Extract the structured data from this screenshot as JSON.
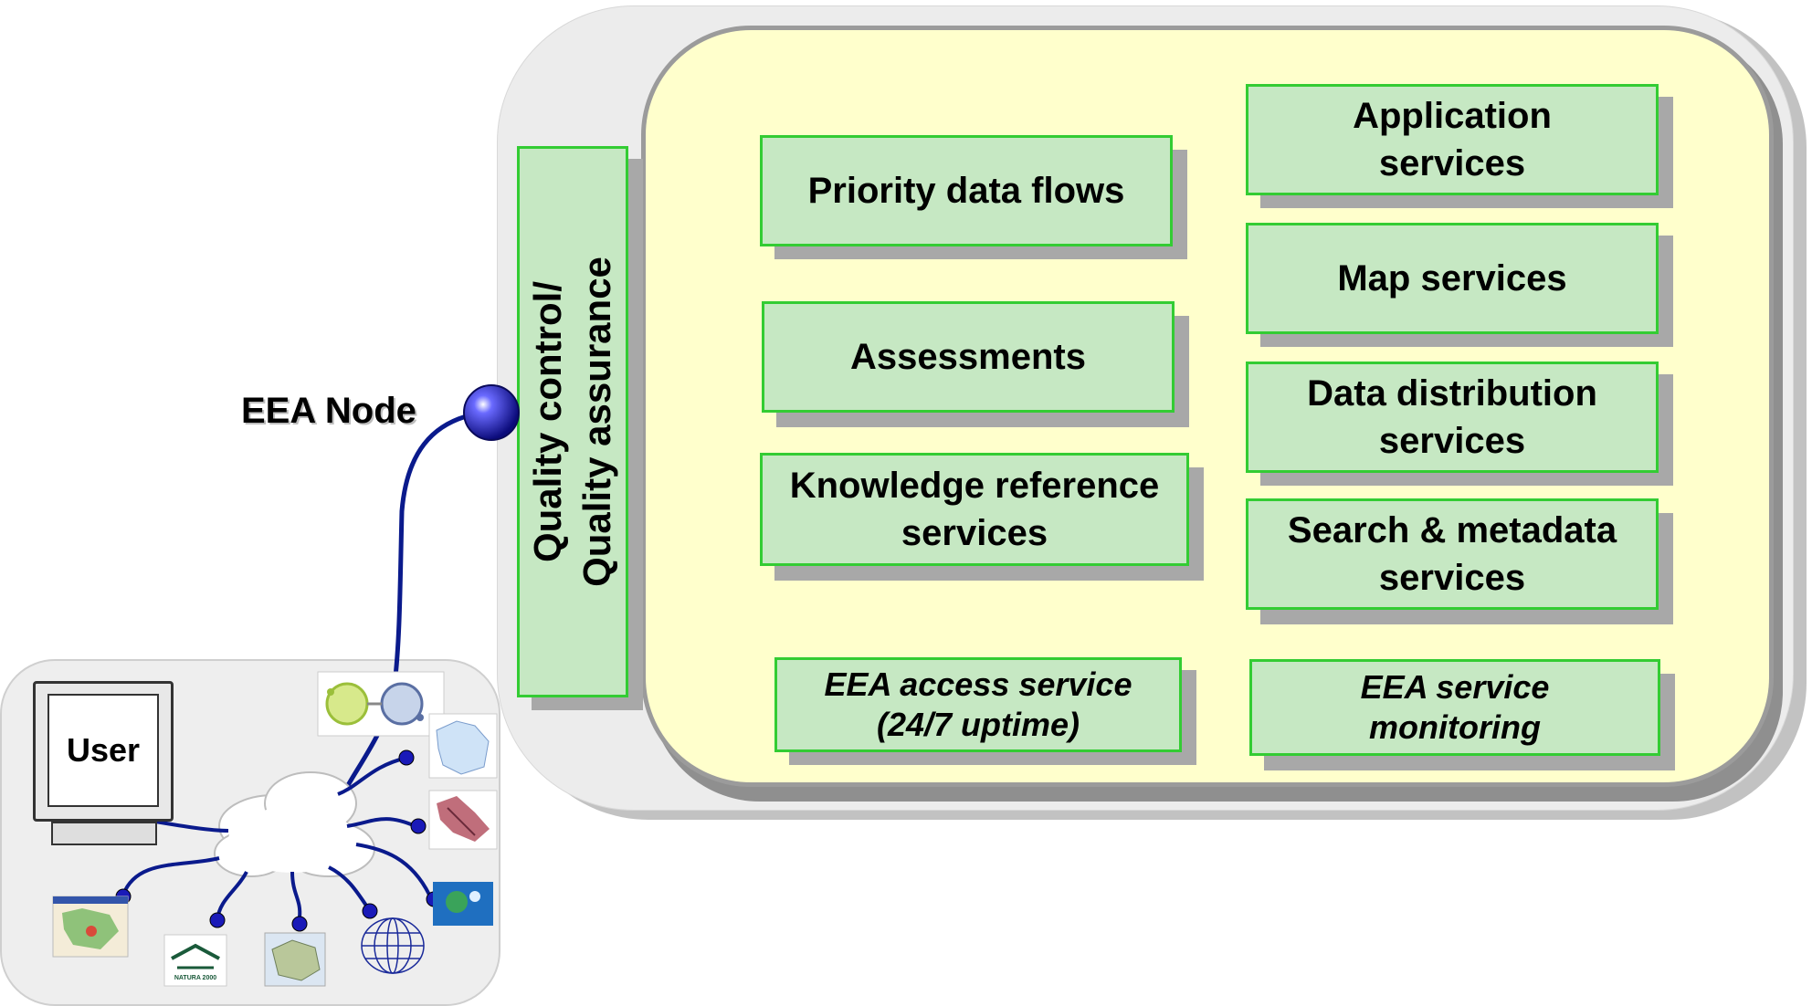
{
  "node_label": "EEA Node",
  "qc_label": "Quality control/\nQuality assurance",
  "user_label": "User",
  "boxes": {
    "priority_data_flows": "Priority data flows",
    "assessments": "Assessments",
    "knowledge_reference": "Knowledge reference\nservices",
    "application_services": "Application\nservices",
    "map_services": "Map services",
    "data_distribution": "Data distribution\nservices",
    "search_metadata": "Search & metadata\nservices",
    "access_service": "EEA access service\n(24/7 uptime)",
    "service_monitoring": "EEA service\nmonitoring"
  },
  "thumbnail_captions": {
    "natura": "NATURA 2000"
  },
  "colors": {
    "box_fill": "#c6e8c3",
    "box_border": "#33cc33",
    "inner_panel": "#ffffcc",
    "outer_panel": "#ececec",
    "node_ball": "#1a1ab8",
    "cable": "#0a1a8c"
  }
}
